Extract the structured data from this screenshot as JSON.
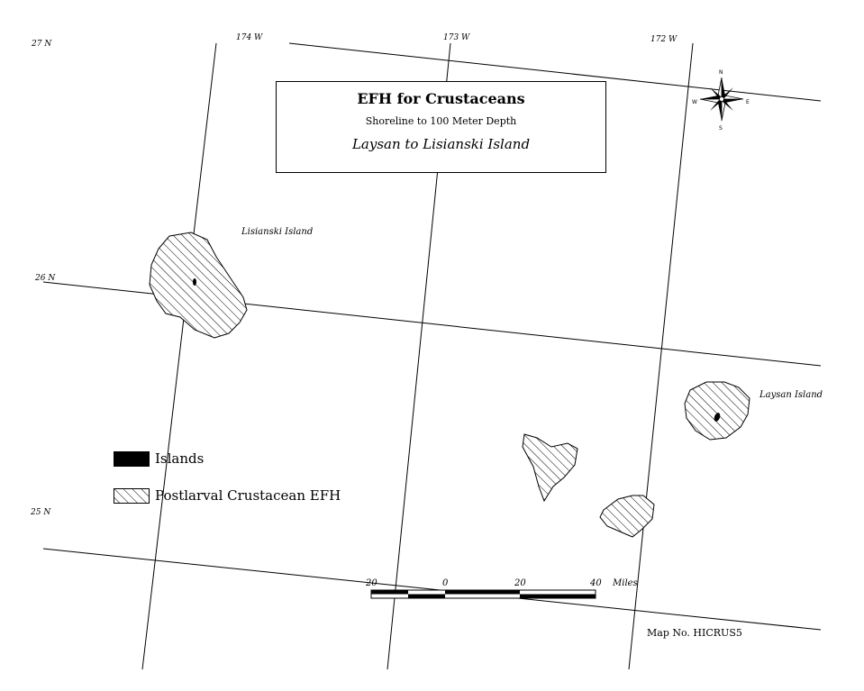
{
  "map": {
    "title": "EFH for Crustaceans",
    "subtitle": "Shoreline to 100 Meter Depth",
    "area": "Laysan to Lisianski Island",
    "map_number": "Map No. HICRUS5",
    "longitude_labels": [
      "174 W",
      "173 W",
      "172 W"
    ],
    "latitude_labels": [
      "27 N",
      "26 N",
      "25 N"
    ],
    "islands": {
      "lisianski": "Lisianski Island",
      "laysan": "Laysan Island"
    },
    "compass": {
      "n": "N",
      "s": "S",
      "e": "E",
      "w": "W"
    },
    "legend": [
      {
        "label": "Islands",
        "style": "solid-black"
      },
      {
        "label": "Postlarval Crustacean EFH",
        "style": "diagonal-hatch"
      }
    ],
    "scale_bar": {
      "ticks": [
        "20",
        "0",
        "20",
        "40"
      ],
      "unit": "Miles"
    }
  }
}
